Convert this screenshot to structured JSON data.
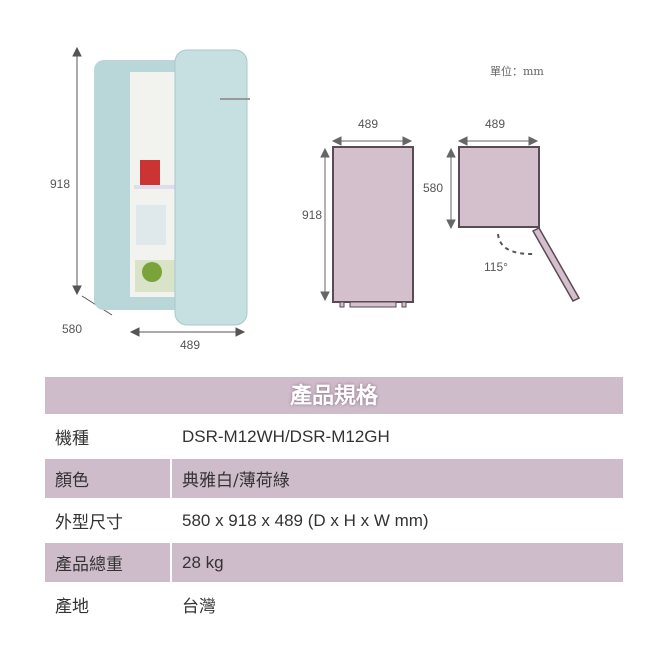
{
  "unit_label": "單位：mm",
  "photo": {
    "height": "918",
    "depth": "580",
    "width": "489"
  },
  "front_view": {
    "width": "489",
    "height": "918"
  },
  "top_view": {
    "width": "489",
    "depth": "580",
    "door_angle": "115°"
  },
  "spec_table": {
    "title": "產品規格",
    "rows": [
      {
        "label": "機種",
        "value": "DSR-M12WH/DSR-M12GH"
      },
      {
        "label": "顏色",
        "value": "典雅白/薄荷綠"
      },
      {
        "label": "外型尺寸",
        "value": "580 x 918 x 489 (D x H  x W mm)"
      },
      {
        "label": "產品總重",
        "value": "28 kg"
      },
      {
        "label": "產地",
        "value": "台灣"
      }
    ]
  },
  "colors": {
    "accent": "#cfbccb",
    "outline": "#5a4a55"
  }
}
